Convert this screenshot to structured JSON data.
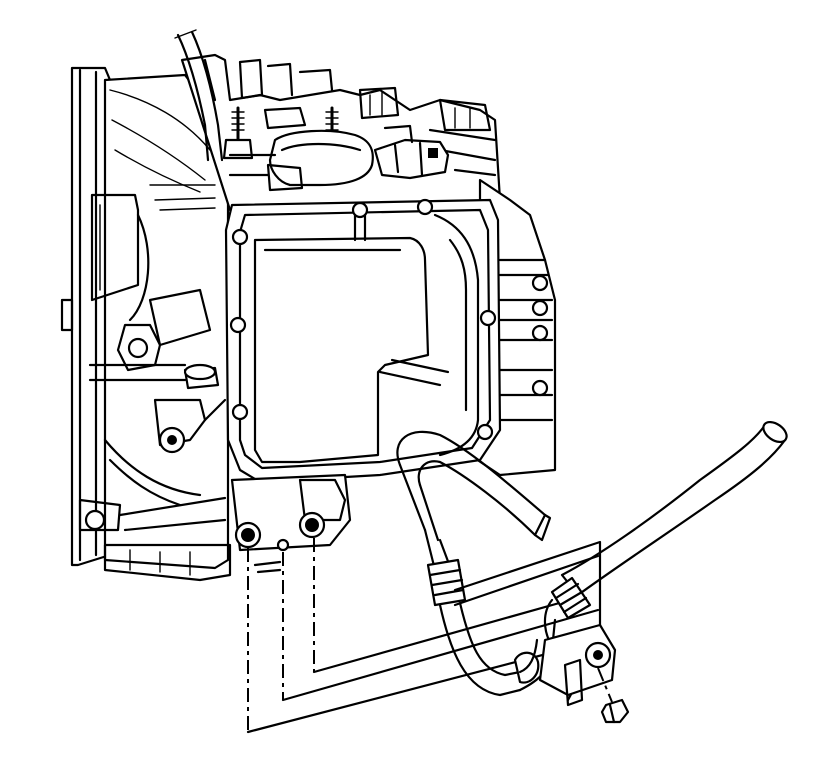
{
  "figure": {
    "kind": "exploded-view line drawing",
    "colors": {
      "line": "#000000",
      "background": "#ffffff"
    },
    "parts": [
      {
        "id": "transaxle-case",
        "icon": "transaxle-case-shape"
      },
      {
        "id": "oil-pan",
        "icon": "oil-pan-shape"
      },
      {
        "id": "solenoid-body",
        "icon": "solenoid-shape"
      },
      {
        "id": "electrical-connector",
        "icon": "connector-shape"
      },
      {
        "id": "upper-cooler-hose",
        "icon": "hose-shape"
      },
      {
        "id": "lower-cooler-hose",
        "icon": "hose-shape"
      },
      {
        "id": "cooler-line-bracket",
        "icon": "bracket-shape"
      },
      {
        "id": "bracket-bolt",
        "icon": "bolt-shape"
      },
      {
        "id": "cooler-line-fittings",
        "icon": "fitting-shape"
      }
    ]
  }
}
